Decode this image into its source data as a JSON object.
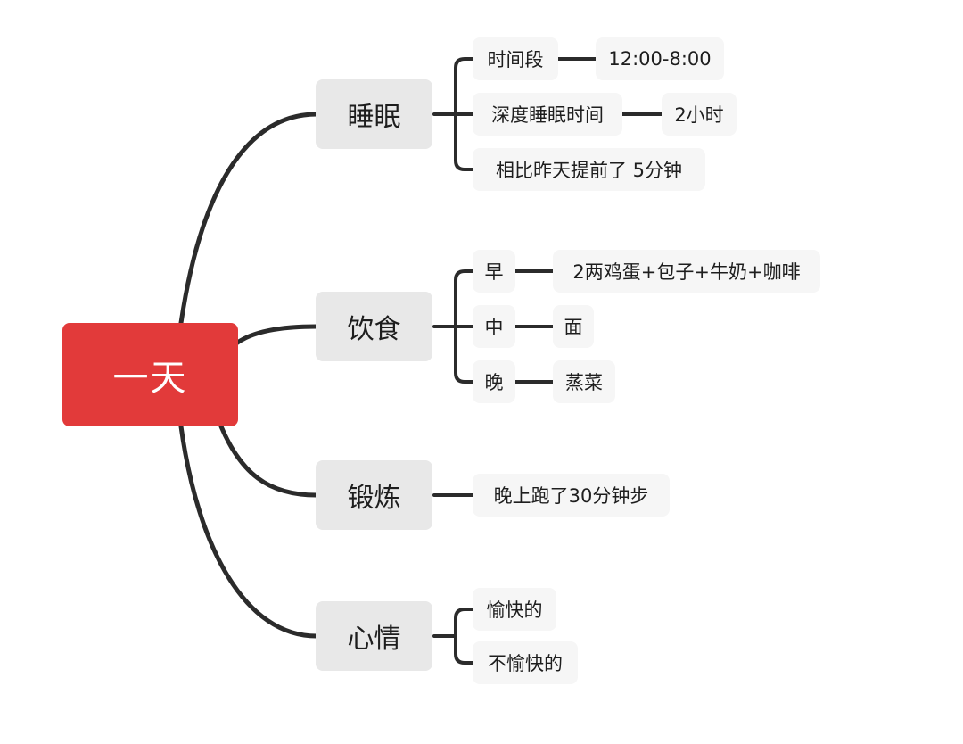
{
  "root": {
    "label": "一天"
  },
  "branches": [
    {
      "label": "睡眠",
      "children": [
        {
          "label": "时间段",
          "child": "12:00-8:00"
        },
        {
          "label": "深度睡眠时间",
          "child": "2小时"
        },
        {
          "label": "相比昨天提前了 5分钟"
        }
      ]
    },
    {
      "label": "饮食",
      "children": [
        {
          "label": "早",
          "child": "2两鸡蛋+包子+牛奶+咖啡"
        },
        {
          "label": "中",
          "child": "面"
        },
        {
          "label": "晚",
          "child": "蒸菜"
        }
      ]
    },
    {
      "label": "锻炼",
      "children": [
        {
          "label": "晚上跑了30分钟步"
        }
      ]
    },
    {
      "label": "心情",
      "children": [
        {
          "label": "愉快的"
        },
        {
          "label": "不愉快的"
        }
      ]
    }
  ],
  "colors": {
    "root_fill": "#e23a3a",
    "branch_fill": "#e8e8e8",
    "leaf_fill": "#f6f6f6",
    "connector": "#2b2b2b"
  }
}
